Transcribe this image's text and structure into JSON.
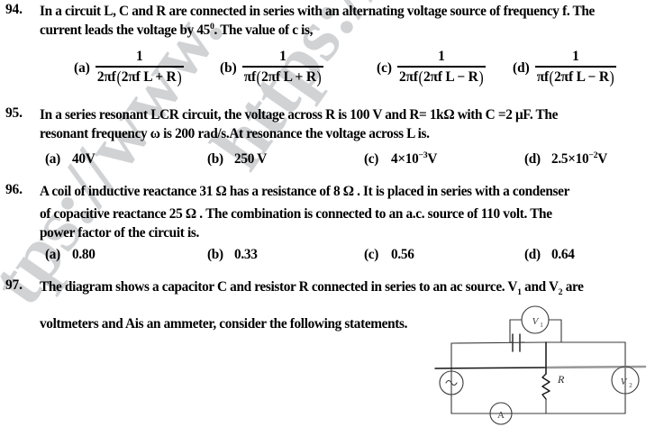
{
  "page": {
    "watermark_line1": "https://www.s",
    "watermark_line2": "tps://www."
  },
  "questions": [
    {
      "number": "94.",
      "lines": [
        "In a circuit L, C and R are connected in series with an alternating voltage source of frequency f. The",
        "current leads the voltage by 45⁰. The value of c is,"
      ],
      "line2_pre": "current leads the voltage by 45",
      "line2_sup": "0",
      "line2_post": ". The value of c is,",
      "option_type": "fraction",
      "options": [
        {
          "label": "(a)",
          "numerator": "1",
          "denominator_pre": "2πf",
          "denominator_inner": "2πf L + R"
        },
        {
          "label": "(b)",
          "numerator": "1",
          "denominator_pre": "πf",
          "denominator_inner": "2πf L + R"
        },
        {
          "label": "(c)",
          "numerator": "1",
          "denominator_pre": "2πf",
          "denominator_inner": "2πf L − R"
        },
        {
          "label": "(d)",
          "numerator": "1",
          "denominator_pre": "πf",
          "denominator_inner": "2πf L − R"
        }
      ]
    },
    {
      "number": "95.",
      "lines": [
        "In a series resonant LCR circuit, the voltage across R is 100 V and R= 1kΩ with C =2 μF. The",
        "resonant frequency ω is 200 rad/s.At resonance the voltage across L is."
      ],
      "option_type": "text",
      "options": [
        {
          "label": "(a)",
          "value": "40V"
        },
        {
          "label": "(b)",
          "value": "250 V"
        },
        {
          "label": "(c)",
          "value_pre": "4×10",
          "value_sup": "−3",
          "value_post": "V"
        },
        {
          "label": "(d)",
          "value_pre": "2.5×10",
          "value_sup": "−2",
          "value_post": "V"
        }
      ]
    },
    {
      "number": "96.",
      "lines": [
        "A coil of inductive reactance 31 Ω  has a resistance of 8 Ω  . It is placed in series with a condenser",
        "of copacitive reactance 25 Ω . The combination is connected to an a.c. source of 110 volt. The",
        "power factor of the circuit is."
      ],
      "option_type": "text",
      "options": [
        {
          "label": "(a)",
          "value": "0.80"
        },
        {
          "label": "(b)",
          "value": "0.33"
        },
        {
          "label": "(c)",
          "value": "0.56"
        },
        {
          "label": "(d)",
          "value": "0.64"
        }
      ]
    },
    {
      "number": "97.",
      "line1_pre": "The diagram shows a capacitor  C and resistor R connected in series to an ac source. V",
      "line1_sub1": "1",
      "line1_mid": " and V",
      "line1_sub2": "2",
      "line1_post": " are",
      "line2": "voltmeters and Ais an ammeter, consider the following statements.",
      "option_type": "none",
      "options": []
    }
  ],
  "circuit": {
    "labels": {
      "voltmeter1": "V₁",
      "voltmeter2": "V₂",
      "resistor": "R",
      "ammeter": "A",
      "source": "∿"
    }
  }
}
